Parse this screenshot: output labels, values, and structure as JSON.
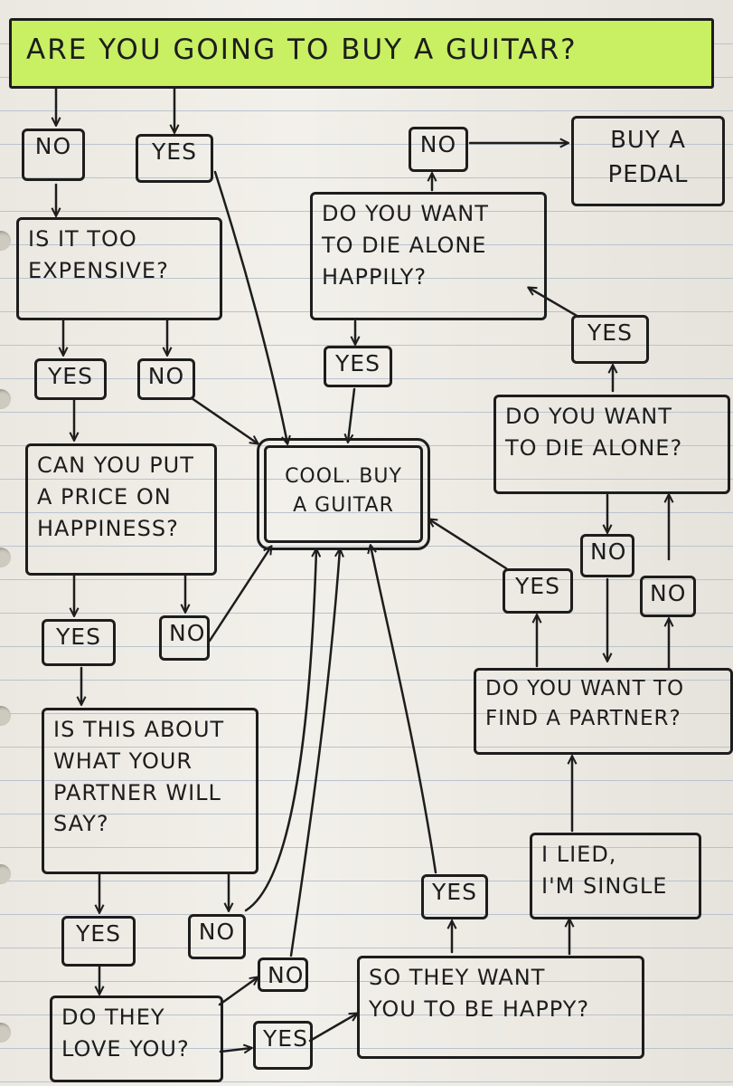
{
  "flowchart": {
    "title": "ARE YOU GOING TO BUY A GUITAR?",
    "no_1": "NO",
    "yes_1": "YES",
    "too_expensive": "IS IT TOO\nEXPENSIVE?",
    "yes_2": "YES",
    "no_2": "NO",
    "price_happiness": "CAN YOU PUT\nA PRICE ON\nHAPPINESS?",
    "yes_3": "YES",
    "no_3": "NO",
    "about_partner": "IS THIS ABOUT\nWHAT YOUR\nPARTNER WILL\nSAY?",
    "yes_4": "YES",
    "no_4": "NO",
    "they_love_you": "DO THEY\nLOVE YOU?",
    "no_5": "NO",
    "yes_5": "YES",
    "want_you_happy": "SO THEY WANT\nYOU TO BE HAPPY?",
    "yes_6": "YES",
    "cool_buy": "COOL. BUY\nA GUITAR",
    "die_alone_happily": "DO YOU WANT\nTO DIE ALONE\nHAPPILY?",
    "yes_7": "YES",
    "no_6": "NO",
    "buy_pedal": "BUY A\nPEDAL",
    "yes_8": "YES",
    "die_alone": "DO YOU WANT\nTO DIE ALONE?",
    "no_7": "NO",
    "yes_9": "YES",
    "no_8": "NO",
    "find_partner": "DO YOU WANT TO\nFIND A PARTNER?",
    "lied_single": "I LIED,\nI'M SINGLE"
  }
}
